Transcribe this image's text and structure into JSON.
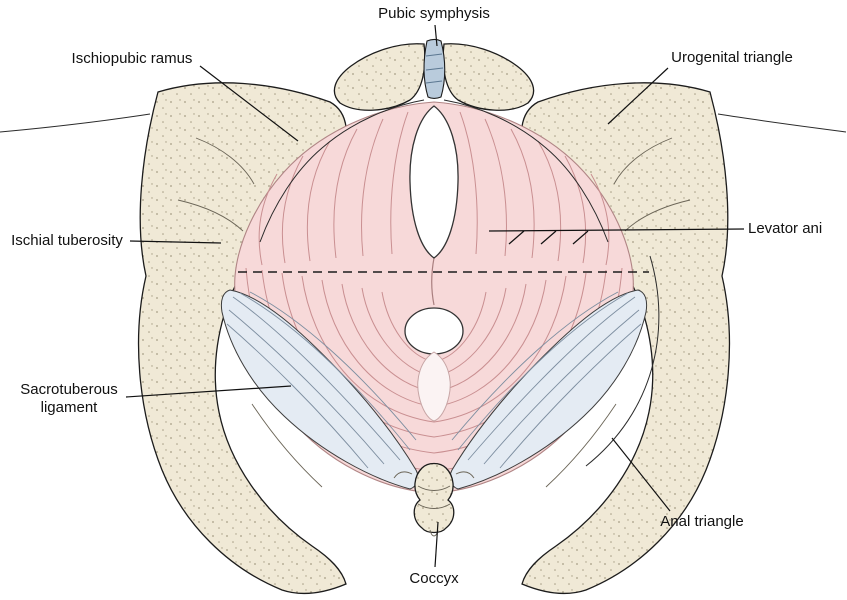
{
  "figure": {
    "description": "Inferior view of the pelvic floor muscles (perineum) with labeled anatomy",
    "labels": {
      "pubic_symphysis": "Pubic symphysis",
      "ischiopubic_ramus": "Ischiopubic ramus",
      "urogenital_triangle": "Urogenital triangle",
      "ischial_tuberosity": "Ischial tuberosity",
      "levator_ani": "Levator ani",
      "sacrotuberous_ligament": "Sacrotuberous ligament",
      "anal_triangle": "Anal triangle",
      "coccyx": "Coccyx"
    },
    "colors": {
      "background": "#ffffff",
      "bone": "#f0e9d6",
      "bone_stipple": "#a79e85",
      "muscle_fill": "#f7d9d9",
      "muscle_fiber": "#c98f91",
      "ligament_fill": "#e4ebf3",
      "ligament_fiber": "#7d8ea0",
      "cartilage": "#b9cbdc",
      "outline": "#1c1c1c",
      "label_text": "#111111"
    }
  }
}
